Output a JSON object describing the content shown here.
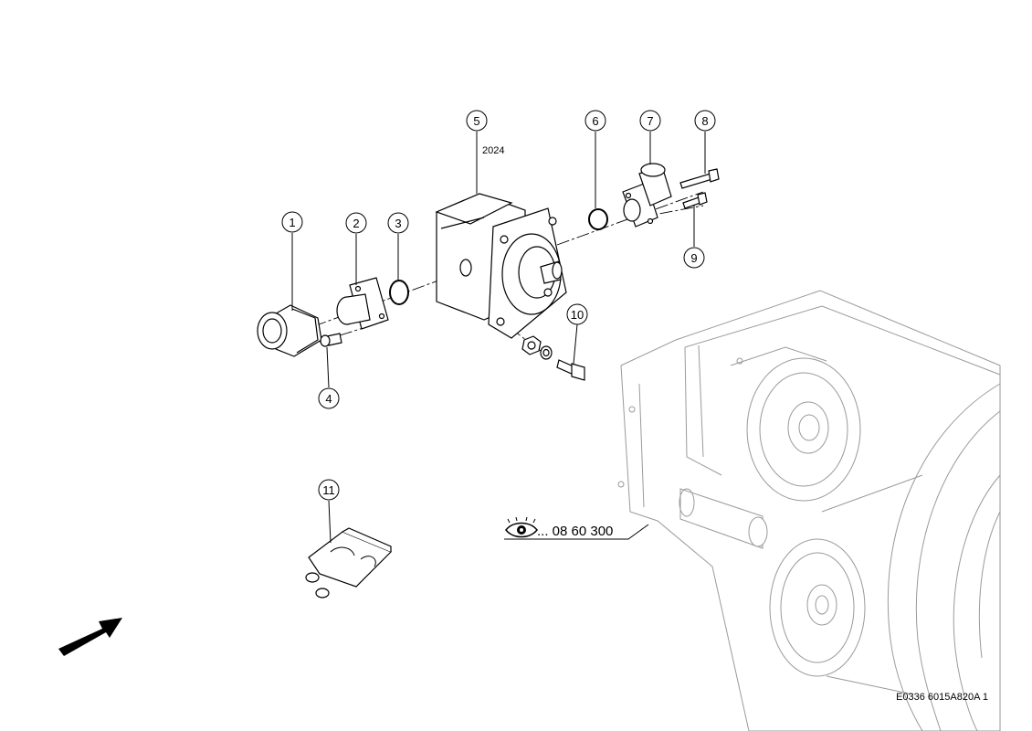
{
  "callouts": [
    {
      "label": "1"
    },
    {
      "label": "2"
    },
    {
      "label": "3"
    },
    {
      "label": "4"
    },
    {
      "label": "5"
    },
    {
      "label": "6"
    },
    {
      "label": "7"
    },
    {
      "label": "8"
    },
    {
      "label": "9"
    },
    {
      "label": "10"
    },
    {
      "label": "11"
    }
  ],
  "note_2024": "2024",
  "cross_reference": "... 08 60 300",
  "drawing_code": "E0336 6015A820A 1",
  "icons": [
    "eye-icon",
    "direction-arrow-icon"
  ]
}
